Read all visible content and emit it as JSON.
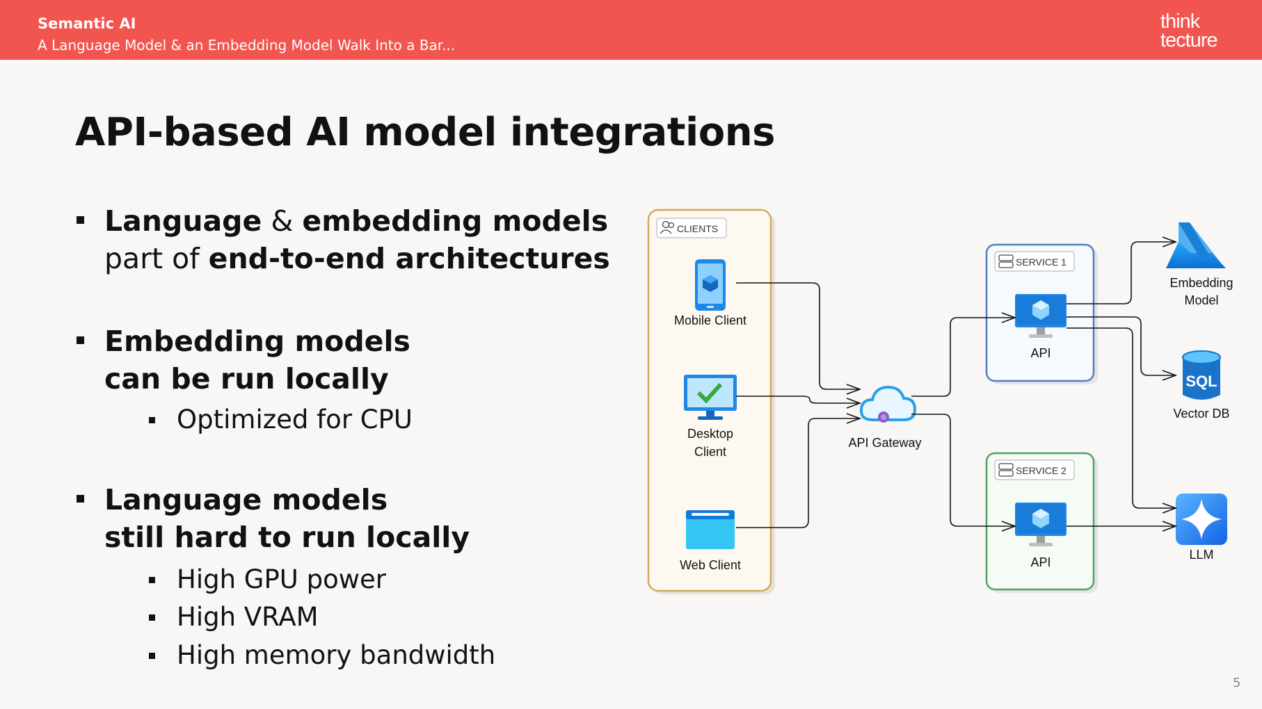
{
  "header": {
    "deck_title": "Semantic AI",
    "deck_subtitle": "A Language Model & an Embedding Model Walk Into a Bar...",
    "logo_line1": "think",
    "logo_line2": "tecture"
  },
  "slide": {
    "title": "API-based AI model integrations",
    "page_number": "5"
  },
  "bullets": {
    "b1_part1": "Language",
    "b1_part2": " & ",
    "b1_part3": "embedding models",
    "b1_part4": "part of ",
    "b1_part5": "end-to-end architectures",
    "b2_line1": "Embedding models",
    "b2_line2": "can be run locally",
    "b2_sub1": "Optimized for CPU",
    "b3_line1": "Language models",
    "b3_line2": "still hard to run locally",
    "b3_sub1": "High GPU power",
    "b3_sub2": "High VRAM",
    "b3_sub3": "High memory bandwidth"
  },
  "diagram": {
    "clients_group": "CLIENTS",
    "mobile_client": "Mobile Client",
    "desktop_client_line1": "Desktop",
    "desktop_client_line2": "Client",
    "web_client": "Web Client",
    "api_gateway": "API Gateway",
    "service1": "SERVICE 1",
    "service2": "SERVICE 2",
    "api1": "API",
    "api2": "API",
    "embedding_model_line1": "Embedding",
    "embedding_model_line2": "Model",
    "vector_db": "Vector DB",
    "sql_badge": "SQL",
    "llm": "LLM"
  },
  "colors": {
    "header_bg": "#f2554f",
    "clients_border": "#d3a85c",
    "service1_border": "#4f7fc2",
    "service2_border": "#52a25f",
    "azure_blue": "#1a8fe3"
  }
}
